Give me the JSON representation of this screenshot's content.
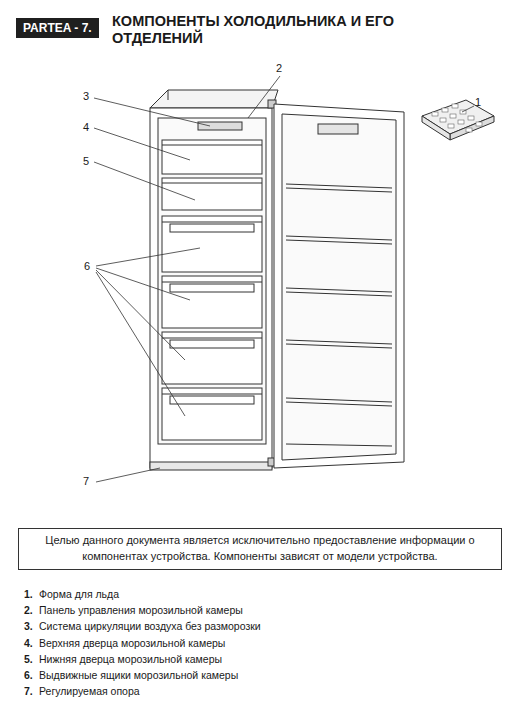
{
  "diagram": {
    "title": "КОМПОНЕНТЫ ХОЛОДИЛЬНИКА И ЕГО ОТДЕЛЕНИЙ",
    "nodes": [
      {
        "text": [
          "PARTEA - 7."
        ]
      },
      {
        "text": [
          "Целью данного документа является исключительно предоставление информации о компонентах устройства. Компоненты зависят от модели устройства."
        ]
      }
    ],
    "labels": [
      "2",
      "3",
      "4",
      "5",
      "6",
      "7",
      "1",
      "1.",
      "Форма для льда",
      "2.",
      "Панель управления морозильной камеры",
      "3.",
      "Система циркуляции воздуха без разморозки",
      "4.",
      "Верхняя дверца морозильной камеры",
      "5.",
      "Нижняя дверца морозильной камеры",
      "6.",
      "Выдвижные ящики морозильной камеры",
      "7.",
      "Регулируемая опора"
    ]
  }
}
